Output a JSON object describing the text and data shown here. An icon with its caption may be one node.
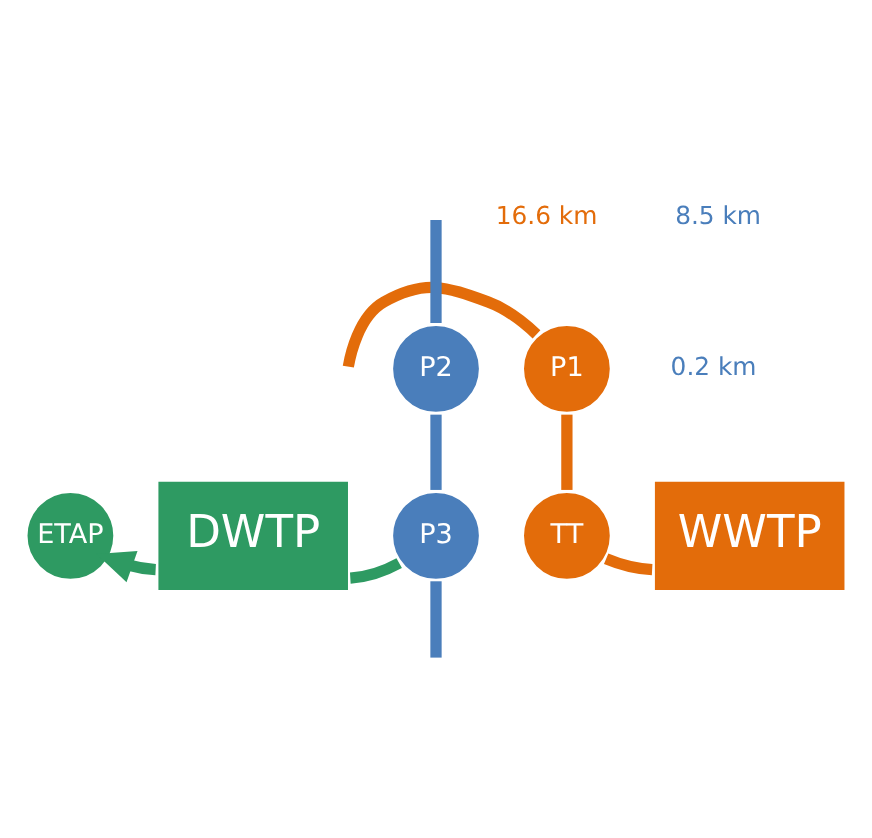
{
  "diagram": {
    "nodes": [
      {
        "text": [
          "P2"
        ]
      },
      {
        "text": [
          "P1"
        ]
      },
      {
        "text": [
          "P3"
        ]
      },
      {
        "text": [
          "TT"
        ]
      },
      {
        "text": [
          "WWTP"
        ]
      },
      {
        "text": [
          "DWTP"
        ]
      },
      {
        "text": [
          "ETAP"
        ]
      }
    ],
    "edges": [
      {
        "from": null,
        "to": 0,
        "arrow": "none",
        "color": "#4a7ebb"
      },
      {
        "from": 0,
        "to": 2,
        "arrow": "none",
        "color": "#4a7ebb"
      },
      {
        "from": 2,
        "to": null,
        "arrow": "none",
        "color": "#4a7ebb"
      },
      {
        "from": 1,
        "to": null,
        "arrow": "none",
        "color": "#e36c0a"
      },
      {
        "from": 3,
        "to": 1,
        "arrow": "none",
        "color": "#e36c0a"
      },
      {
        "from": 4,
        "to": 3,
        "arrow": "none",
        "color": "#e36c0a"
      },
      {
        "from": 2,
        "to": 5,
        "arrow": "none",
        "color": "#2e9a62"
      },
      {
        "from": 5,
        "to": 6,
        "arrow": "to",
        "color": "#2e9a62"
      }
    ],
    "labels": [
      "0.2 km",
      "16.6 km",
      "8.5 km"
    ]
  }
}
